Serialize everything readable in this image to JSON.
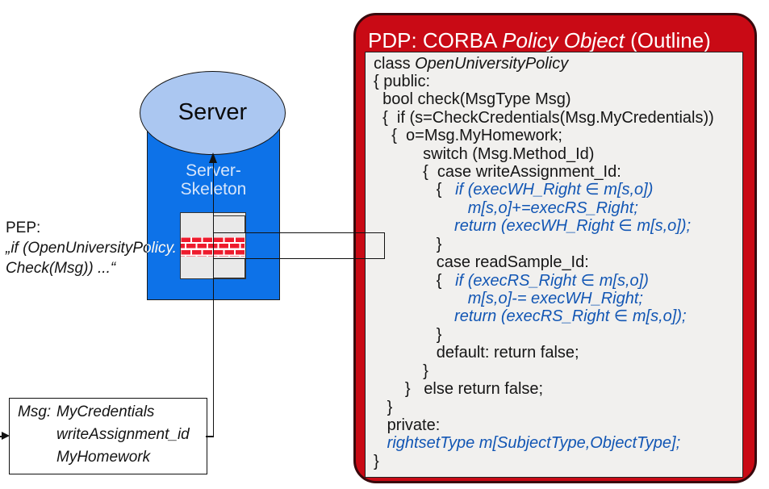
{
  "colors": {
    "pdp_fill": "#c90a15",
    "pdp_border": "#38090d",
    "panel_bg": "#f1f0ee",
    "code_blue": "#1256b4",
    "skeleton_blue": "#0d72e8",
    "skeleton_text": "#d6e5fa",
    "ellipse_fill": "#abc7f1",
    "brick_red": "#ee1b2d",
    "box_gray": "#e9e9e9"
  },
  "server": {
    "label": "Server",
    "skeleton_line1": "Server-",
    "skeleton_line2": "Skeleton"
  },
  "pep": {
    "line1": "PEP:",
    "line2": "„if (OpenUniversityPolicy.",
    "line3": "Check(Msg)) ...“"
  },
  "msg_box": {
    "label": "Msg:",
    "items": [
      "MyCredentials",
      "writeAssignment_id",
      "MyHomework"
    ]
  },
  "pdp": {
    "title_parts": [
      {
        "t": "PDP: CORBA ",
        "s": "p"
      },
      {
        "t": "Policy Object",
        "s": "i"
      },
      {
        "t": " (Outline)",
        "s": "p"
      }
    ],
    "code_lines": [
      [
        {
          "t": "class ",
          "s": "p"
        },
        {
          "t": "OpenUniversityPolicy",
          "s": "i"
        }
      ],
      [
        {
          "t": "{ public:",
          "s": "p"
        }
      ],
      [
        {
          "t": "  bool check(MsgType Msg)",
          "s": "p"
        }
      ],
      [
        {
          "t": "  {  if (s=CheckCredentials(Msg.MyCredentials))",
          "s": "p"
        }
      ],
      [
        {
          "t": "    {  o=Msg.MyHomework;",
          "s": "p"
        }
      ],
      [
        {
          "t": "           switch (Msg.Method_Id)",
          "s": "p"
        }
      ],
      [
        {
          "t": "           {  case writeAssignment_Id:",
          "s": "p"
        }
      ],
      [
        {
          "t": "              {   ",
          "s": "p"
        },
        {
          "t": "if (execWH_Right ∈ m[s,o])",
          "s": "b"
        }
      ],
      [
        {
          "t": "                     ",
          "s": "p"
        },
        {
          "t": "m[s,o]+=execRS_Right;",
          "s": "b"
        }
      ],
      [
        {
          "t": "                  ",
          "s": "p"
        },
        {
          "t": "return (execWH_Right ∈ m[s,o]);",
          "s": "b"
        }
      ],
      [
        {
          "t": "              }",
          "s": "p"
        }
      ],
      [
        {
          "t": "              case readSample_Id:",
          "s": "p"
        }
      ],
      [
        {
          "t": "              {   ",
          "s": "p"
        },
        {
          "t": "if (execRS_Right ∈ m[s,o])",
          "s": "b"
        }
      ],
      [
        {
          "t": "                     ",
          "s": "p"
        },
        {
          "t": "m[s,o]-= execWH_Right;",
          "s": "b"
        }
      ],
      [
        {
          "t": "                  ",
          "s": "p"
        },
        {
          "t": "return (execRS_Right ∈ m[s,o]);",
          "s": "b"
        }
      ],
      [
        {
          "t": "              }",
          "s": "p"
        }
      ],
      [
        {
          "t": "              default: return false;",
          "s": "p"
        }
      ],
      [
        {
          "t": "           }",
          "s": "p"
        }
      ],
      [
        {
          "t": "       }   else return false;",
          "s": "p"
        }
      ],
      [
        {
          "t": "   }",
          "s": "p"
        }
      ],
      [
        {
          "t": "   private:",
          "s": "p"
        }
      ],
      [
        {
          "t": "   ",
          "s": "p"
        },
        {
          "t": "rightsetType m[SubjectType,ObjectType];",
          "s": "b"
        }
      ],
      [
        {
          "t": "}",
          "s": "p"
        }
      ]
    ]
  }
}
